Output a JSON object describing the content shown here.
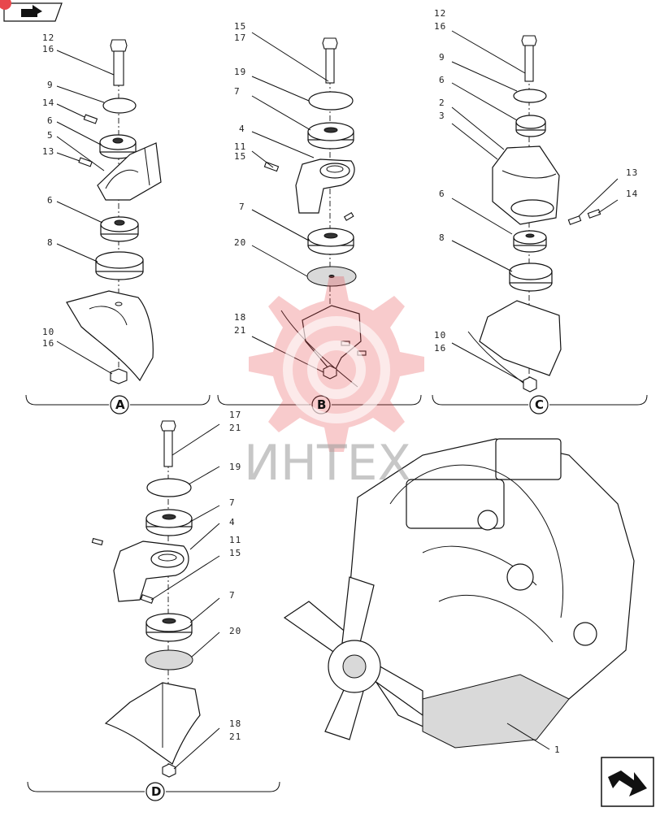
{
  "sections": [
    {
      "letter": "A",
      "callouts": [
        "12",
        "16",
        "9",
        "14",
        "6",
        "5",
        "13",
        "6",
        "8",
        "10",
        "16"
      ]
    },
    {
      "letter": "B",
      "callouts": [
        "15",
        "17",
        "19",
        "7",
        "4",
        "11",
        "15",
        "7",
        "20",
        "18",
        "21"
      ]
    },
    {
      "letter": "C",
      "callouts": [
        "12",
        "16",
        "9",
        "6",
        "2",
        "3",
        "13",
        "14",
        "6",
        "8",
        "10",
        "16"
      ]
    },
    {
      "letter": "D",
      "callouts": [
        "17",
        "21",
        "19",
        "7",
        "4",
        "11",
        "15",
        "7",
        "20",
        "18",
        "21"
      ]
    }
  ],
  "engine": {
    "callout": "1"
  },
  "watermark": {
    "text": "ИНТЕХ",
    "color": "#e8474c"
  },
  "nav": {
    "back_icon": "folder-back-icon",
    "next_icon": "next-page-arrow-icon"
  },
  "colors": {
    "badge": "#e8474c",
    "ink": "#111111"
  }
}
